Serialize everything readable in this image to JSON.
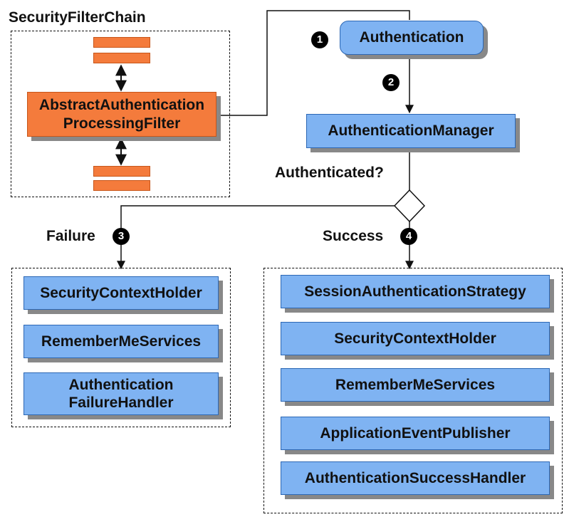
{
  "chain": {
    "title": "SecurityFilterChain",
    "filter_line1": "AbstractAuthentication",
    "filter_line2": "ProcessingFilter"
  },
  "steps": {
    "authentication": "Authentication",
    "authentication_manager": "AuthenticationManager",
    "decision": "Authenticated?",
    "failure": "Failure",
    "success": "Success"
  },
  "badges": [
    "1",
    "2",
    "3",
    "4"
  ],
  "failure_handlers": [
    [
      "SecurityContextHolder"
    ],
    [
      "RememberMeServices"
    ],
    [
      "Authentication",
      "FailureHandler"
    ]
  ],
  "success_handlers": [
    "SessionAuthenticationStrategy",
    "SecurityContextHolder",
    "RememberMeServices",
    "ApplicationEventPublisher",
    "AuthenticationSuccessHandler"
  ],
  "colors": {
    "box_fill": "#7fb3f2",
    "box_border": "#2c67b4",
    "filter_fill": "#f47b3c",
    "shadow": "#888888"
  }
}
